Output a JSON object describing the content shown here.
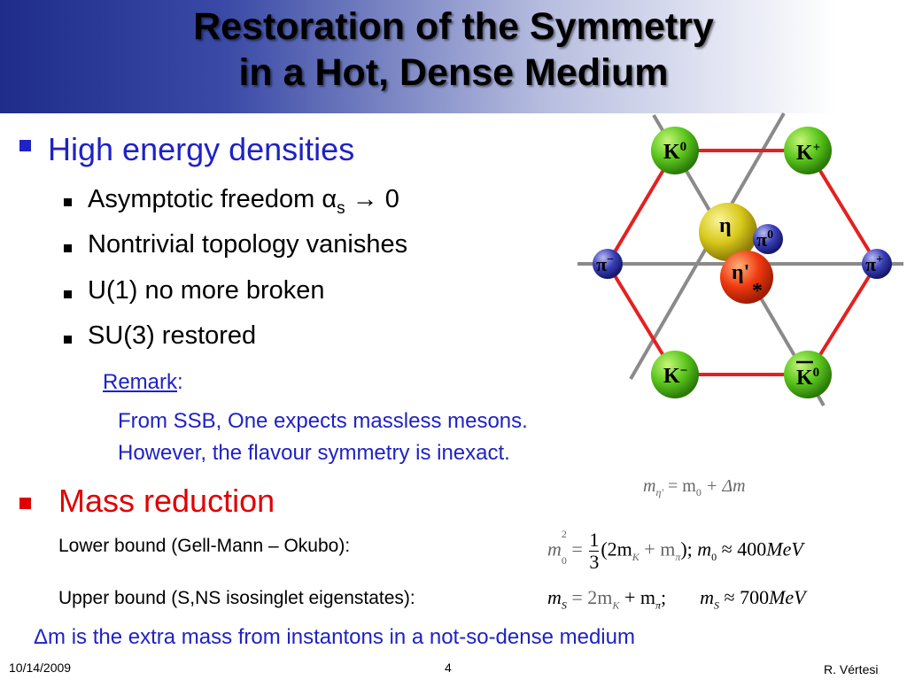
{
  "slide": {
    "title_line1": "Restoration of the Symmetry",
    "title_line2": "in a Hot, Dense Medium",
    "bullets": {
      "high_energy": "High energy densities",
      "asym_prefix": "Asymptotic freedom α",
      "asym_sub": "s",
      "asym_suffix": " → 0",
      "topology": "Nontrivial topology vanishes",
      "u1": "U(1) no more broken",
      "su3": "SU(3) restored",
      "remark_label": "Remark",
      "remark_colon": ":",
      "ssb_line1": "From SSB, One expects massless mesons.",
      "ssb_line2": "However, the flavour symmetry is inexact.",
      "mass_reduction": "Mass reduction",
      "lower_bound": "Lower bound (Gell-Mann – Okubo):",
      "upper_bound": "Upper bound (S,NS isosinglet eigenstates):",
      "delta_m": "Δm is the extra mass from instantons in a not-so-dense medium"
    },
    "formulas": {
      "f1_lhs": "m",
      "f1_sub": "η'",
      "f1_rhs": " = m",
      "f1_rhs_sub": "0",
      "f1_plus": " + Δm",
      "f2_lhs": "m",
      "f2_sup": "2",
      "f2_sub": "0",
      "f2_eq": " = ",
      "f2_num": "1",
      "f2_den": "3",
      "f2_body": "(2m",
      "f2_K": "K",
      "f2_plus": " + m",
      "f2_pi": "π",
      "f2_close": ");",
      "f2_m0": " m",
      "f2_approx": " ≈ 400",
      "f2_unit": "MeV",
      "f3_lhs": "m",
      "f3_S": "S",
      "f3_eq": " = 2m",
      "f3_K": "K",
      "f3_plus": " + m",
      "f3_pi": "π",
      "f3_semi": ";",
      "f3_mS": "m",
      "f3_approx": " ≈ 700",
      "f3_unit": "MeV"
    },
    "diagram": {
      "K0": "K",
      "K0_sup": "0",
      "Kplus": "K",
      "Kplus_sup": "+",
      "piminus": "π",
      "piminus_sup": "−",
      "piplus": "π",
      "piplus_sup": "+",
      "pi0": "π",
      "pi0_sup": "0",
      "eta": "η",
      "etaprime": "η'",
      "etaprime_star": "*",
      "Kminus": "K",
      "Kminus_sup": "−",
      "K0bar": "K",
      "K0bar_sup": "0",
      "colors": {
        "kaon_green": "#5cc81e",
        "pion_blue": "#3a3fb8",
        "eta_yellow": "#d8c81a",
        "etaprime_red": "#f03a10",
        "hexagon_red": "#e42020",
        "axis_gray": "#8a8a8a"
      }
    },
    "footer": {
      "date": "10/14/2009",
      "page": "4",
      "author": "R. Vértesi"
    }
  }
}
